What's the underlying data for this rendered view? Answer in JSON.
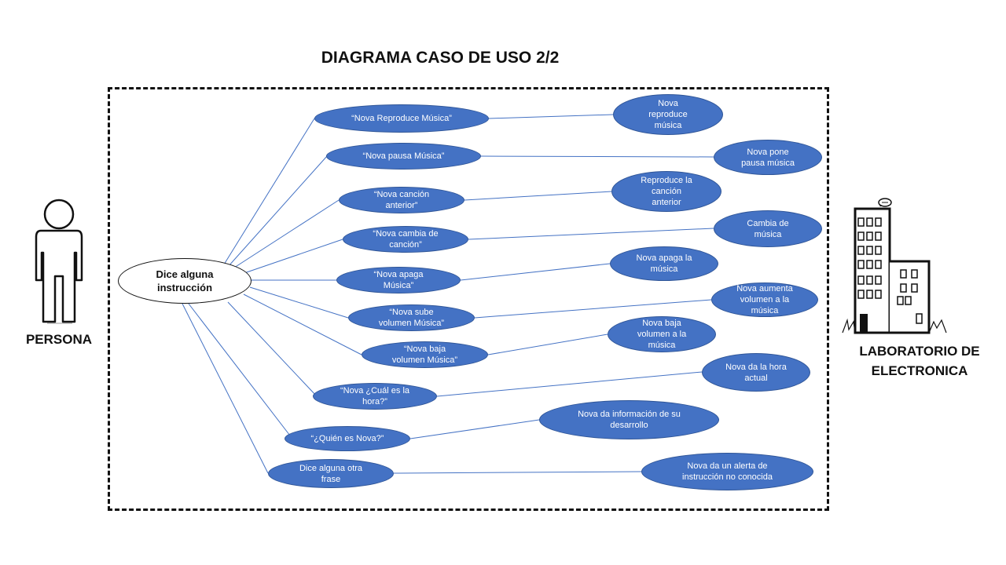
{
  "diagram": {
    "title": "DIAGRAMA CASO DE USO  2/2",
    "actors": {
      "person": "PERSONA",
      "laboratory": "LABORATORIO DE\nELECTRONICA"
    },
    "main_case": "Dice alguna\ninstrucción",
    "commands": [
      "“Nova Reproduce Música”",
      "“Nova pausa Música”",
      "“Nova canción\nanterior”",
      "“Nova cambia de\ncanción”",
      "“Nova apaga\nMúsica”",
      "“Nova sube\nvolumen Música”",
      "“Nova baja\nvolumen Música”",
      "“Nova ¿Cuál es la\nhora?”",
      "“¿Quién es Nova?”",
      "Dice alguna otra\nfrase"
    ],
    "responses": [
      "Nova\nreproduce\nmúsica",
      "Nova pone\npausa música",
      "Reproduce la\ncanción\nanterior",
      "Cambia de\nmúsica",
      "Nova apaga la\nmúsica",
      "Nova aumenta\nvolumen a la\nmúsica",
      "Nova baja\nvolumen a la\nmúsica",
      "Nova da la hora\nactual",
      "Nova da información de su\ndesarrollo",
      "Nova da un alerta de\ninstrucción no conocida"
    ],
    "colors": {
      "case_fill": "#4472c4",
      "line": "#4472c4"
    }
  }
}
